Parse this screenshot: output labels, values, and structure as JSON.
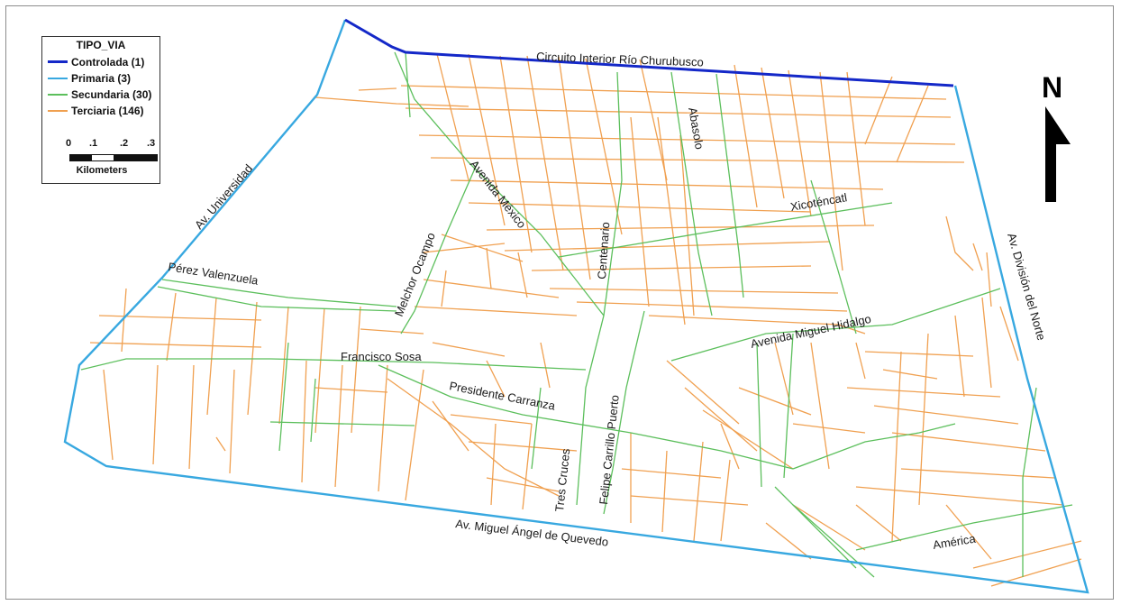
{
  "colors": {
    "controlada": "#1428c8",
    "primaria": "#38a8e0",
    "secundaria": "#5cbf5c",
    "terciaria": "#f0a050",
    "label": "#1a1a1a"
  },
  "legend": {
    "title": "TIPO_VIA",
    "items": [
      {
        "label": "Controlada (1)",
        "color_key": "controlada"
      },
      {
        "label": "Primaria (3)",
        "color_key": "primaria"
      },
      {
        "label": "Secundaria (30)",
        "color_key": "secundaria"
      },
      {
        "label": "Terciaria (146)",
        "color_key": "terciaria"
      }
    ],
    "scale_ticks": [
      "0",
      ".1",
      ".2",
      ".3"
    ],
    "scale_units": "Kilometers"
  },
  "north_arrow": {
    "letter": "N",
    "icon": "north-arrow-icon"
  },
  "street_labels": {
    "circuito": "Circuito Interior Río Churubusco",
    "universidad": "Av. Universidad",
    "perez": "Pérez Valenzuela",
    "melchor": "Melchor Ocampo",
    "avmexico": "Avenida México",
    "centenario": "Centenario",
    "abasolo": "Abasolo",
    "xicotencatl": "Xicoténcatl",
    "division": "Av. División del Norte",
    "hidalgo": "Avenida Miguel Hidalgo",
    "sosa": "Francisco Sosa",
    "carranza": "Presidente Carranza",
    "felipe": "Felipe Carrillo Puerto",
    "tres": "Tres Cruces",
    "quevedo": "Av. Miguel Ángel de Quevedo",
    "america": "América"
  }
}
